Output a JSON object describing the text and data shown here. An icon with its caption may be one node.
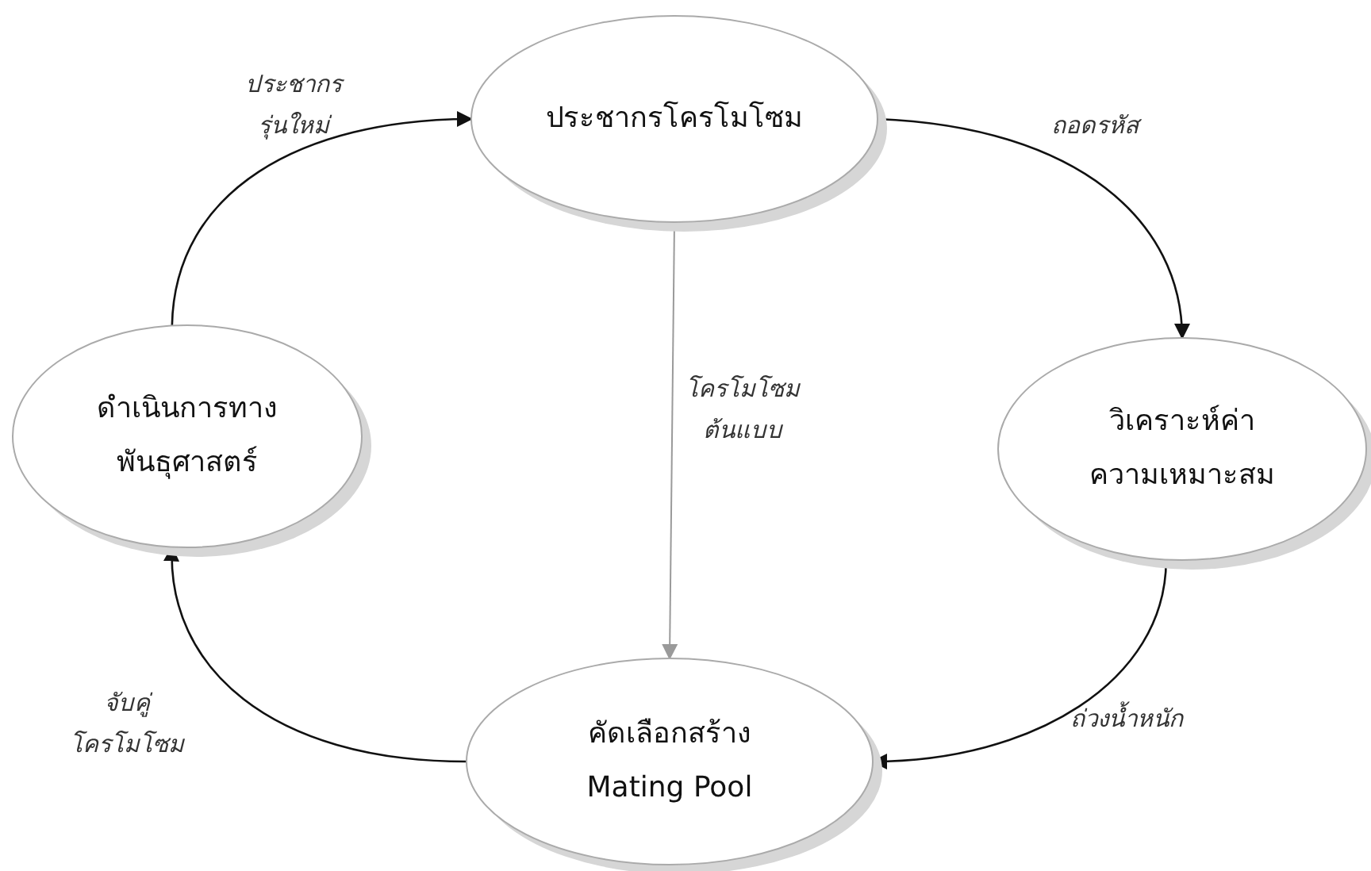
{
  "diagram": {
    "nodes": [
      {
        "text": [
          "ประชากรโครโมโซม"
        ]
      },
      {
        "text": [
          "ดำเนินการทางพันธุศาสตร์"
        ]
      },
      {
        "text": [
          "วิเคราะห์ค่าความเหมาะสม"
        ]
      },
      {
        "text": [
          "คัดเลือกสร้าง Mating Pool"
        ]
      }
    ],
    "edges": [
      {
        "from": 0,
        "to": 2,
        "arrow": "to",
        "label": "ถอดรหัส"
      },
      {
        "from": 2,
        "to": 3,
        "arrow": "to",
        "label": "ถ่วงน้ำหนัก"
      },
      {
        "from": 3,
        "to": 1,
        "arrow": "to",
        "label": "จับคู่โครโมโซม"
      },
      {
        "from": 1,
        "to": 0,
        "arrow": "to",
        "label": "ประชากรรุ่นใหม่"
      },
      {
        "from": 0,
        "to": 3,
        "arrow": "to",
        "label": "โครโมโซมต้นแบบ",
        "color": "#9a9a9a"
      }
    ]
  }
}
